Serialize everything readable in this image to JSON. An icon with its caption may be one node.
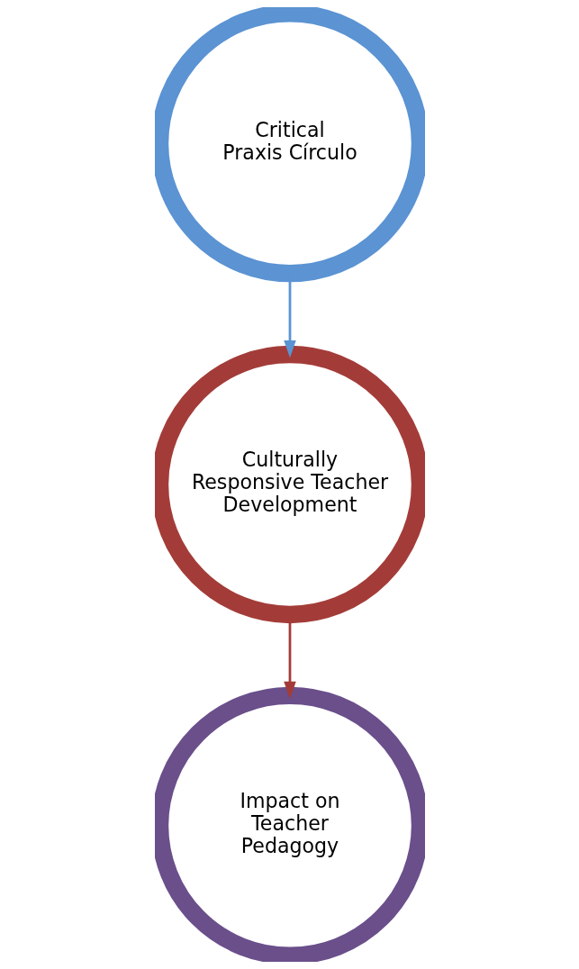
{
  "diagram": {
    "nodes": [
      {
        "text": [
          "Critical Praxis Círculo"
        ]
      },
      {
        "text": [
          "Culturally Responsive Teacher Development"
        ]
      },
      {
        "text": [
          "Impact on Teacher Pedagogy"
        ]
      }
    ],
    "edges": [
      {
        "from": 0,
        "to": 1,
        "arrow": "to",
        "color": "#5b93d3"
      },
      {
        "from": 1,
        "to": 2,
        "arrow": "to",
        "color": "#a33c38"
      }
    ]
  }
}
